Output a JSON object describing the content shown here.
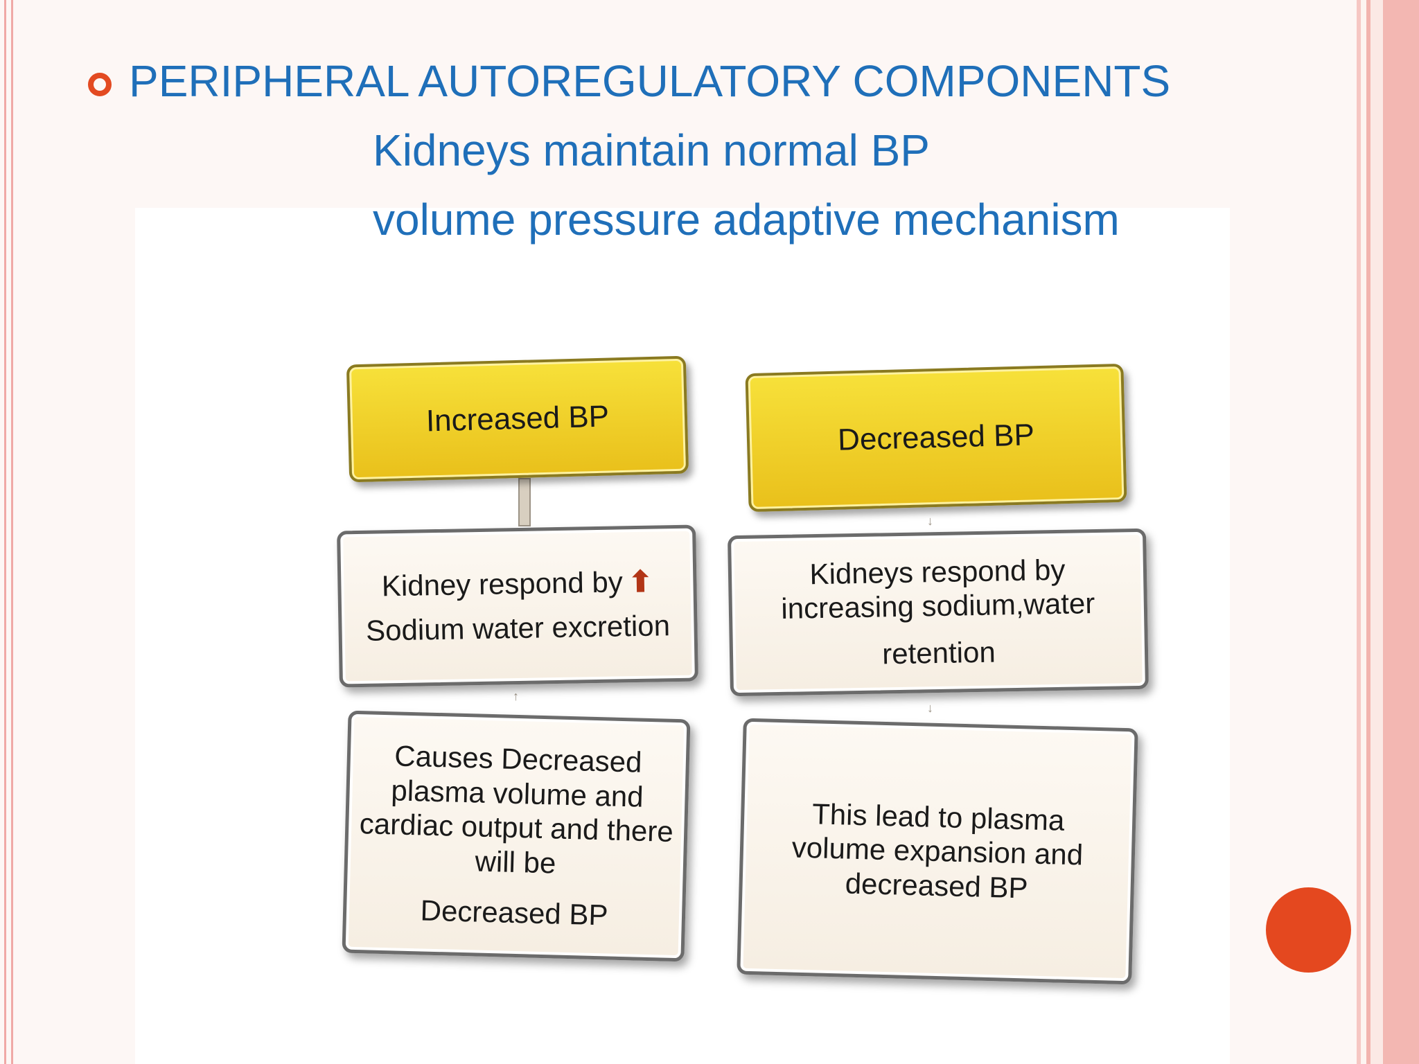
{
  "slide": {
    "title": "PERIPHERAL AUTOREGULATORY COMPONENTS",
    "lines": [
      "Kidneys maintain normal BP",
      "volume pressure adaptive mechanism"
    ]
  },
  "diagram": {
    "left": {
      "header": "Increased BP",
      "step1": {
        "line1": "Kidney respond by",
        "arrow": "⬆",
        "line2": "Sodium water  excretion"
      },
      "step2": [
        "Causes Decreased",
        "plasma volume and",
        "cardiac output and there",
        "will be",
        "Decreased BP"
      ]
    },
    "right": {
      "header": "Decreased BP",
      "step1": [
        "Kidneys respond by",
        "increasing sodium,water",
        "retention"
      ],
      "step2": [
        "This lead to plasma",
        "volume expansion and",
        "decreased BP"
      ]
    }
  },
  "colors": {
    "title": "#1f6fb9",
    "bullet": "#e34a21",
    "header_box": "#f7e13a",
    "step_box": "#fdf9f3",
    "accent_dot": "#e4481f"
  }
}
